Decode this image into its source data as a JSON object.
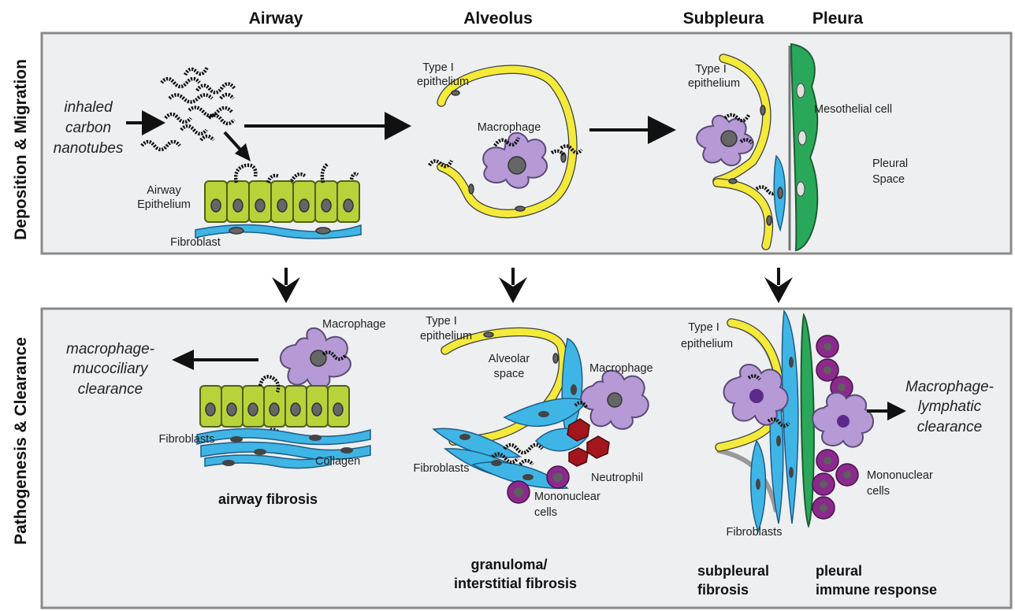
{
  "columns": {
    "airway": "Airway",
    "alveolus": "Alveolus",
    "subpleura": "Subpleura",
    "pleura": "Pleura"
  },
  "rows": {
    "top": "Deposition & Migration",
    "bottom": "Pathogenesis & Clearance"
  },
  "top_panel": {
    "inhaled": [
      "inhaled",
      "carbon",
      "nanotubes"
    ],
    "airway_epithelium": [
      "Airway",
      "Epithelium"
    ],
    "fibroblast": "Fibroblast",
    "type1_alv": [
      "Type I",
      "epithelium"
    ],
    "macrophage_alv": "Macrophage",
    "type1_sub": [
      "Type I",
      "epithelium"
    ],
    "mesothelial": "Mesothelial cell",
    "pleural_space": [
      "Pleural",
      "Space"
    ]
  },
  "bottom_panel": {
    "macrophage_air": "Macrophage",
    "mucociliary": [
      "macrophage-",
      "mucociliary",
      "clearance"
    ],
    "fibroblasts_air": "Fibroblasts",
    "collagen": "Collagen",
    "airway_fibrosis": "airway fibrosis",
    "type1_alv": [
      "Type I",
      "epithelium"
    ],
    "alveolar_space": [
      "Alveolar",
      "space"
    ],
    "macrophage_alv": "Macrophage",
    "fibroblasts_alv": "Fibroblasts",
    "neutrophil": "Neutrophil",
    "mononuclear_alv": [
      "Mononuclear",
      "cells"
    ],
    "granuloma": [
      "granuloma/",
      "interstitial fibrosis"
    ],
    "type1_sub": [
      "Type I",
      "epithelium"
    ],
    "lymphatic": [
      "Macrophage-",
      "lymphatic",
      "clearance"
    ],
    "mononuclear_pl": [
      "Mononuclear",
      "cells"
    ],
    "fibroblasts_sub": "Fibroblasts",
    "subpleural_fibrosis": [
      "subpleural",
      "fibrosis"
    ],
    "pleural_immune": [
      "pleural",
      "immune response"
    ]
  },
  "colors": {
    "panel_bg": "#eeeff1",
    "epithelium_yellow": "#f3ea3a",
    "airway_green": "#b8d33a",
    "mesothelium_green": "#2aa85a",
    "fibroblast_blue": "#3fb5e6",
    "macrophage_purple": "#b59ad6",
    "mononuclear_purple": "#8b2a8c",
    "neutrophil_red": "#a3161e"
  }
}
